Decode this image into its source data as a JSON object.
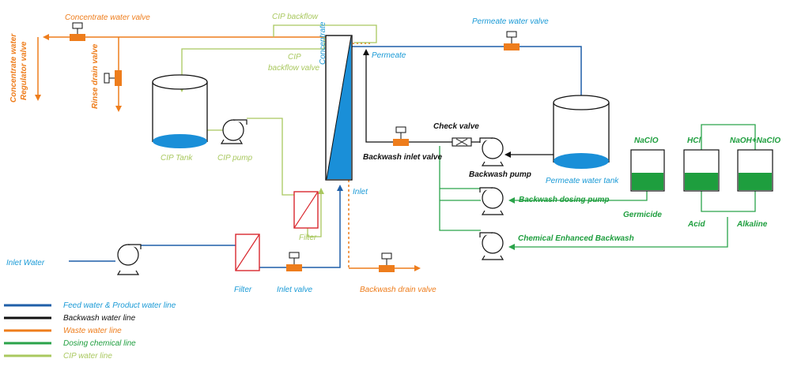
{
  "colors": {
    "feed": "#1f5fa8",
    "feed_label": "#1a9ad6",
    "backwash": "#111111",
    "waste": "#ee7d1c",
    "dosing": "#2aa34a",
    "cip": "#a9c85f",
    "tank_water": "#1a8fd8",
    "chem_green": "#1e9e3e",
    "filter_red": "#d9282f"
  },
  "labels": {
    "concentrate_valve": "Concentrate water valve",
    "concentrate_regulator_line1": "Concentrate water",
    "concentrate_regulator_line2": "Regulator valve",
    "rinse_drain": "Rinse drain valve",
    "cip_backflow": "CIP backflow",
    "cip_backflow_valve_line1": "CIP",
    "cip_backflow_valve_line2": "backflow valve",
    "concentrate": "Concentrate",
    "permeate": "Permeate",
    "permeate_valve": "Permeate water valve",
    "cip_tank": "CIP Tank",
    "cip_pump": "CIP pump",
    "check_valve": "Check valve",
    "backwash_inlet_valve": "Backwash inlet valve",
    "backwash_pump": "Backwash pump",
    "permeate_tank": "Permeate water tank",
    "naclo": "NaClO",
    "hcl": "HCl",
    "naoh_naclo": "NaOH+NaClO",
    "inlet": "Inlet",
    "backwash_dosing_pump": "Backwash dosing pump",
    "germicide": "Germicide",
    "acid": "Acid",
    "alkaline": "Alkaline",
    "filter_upper": "Filter",
    "inlet_water": "Inlet Water",
    "ceb": "Chemical Enhanced Backwash",
    "filter_lower": "Filter",
    "inlet_valve": "Inlet valve",
    "backwash_drain_valve": "Backwash drain valve"
  },
  "legend": [
    {
      "label": "Feed water & Product water line",
      "color_key": "feed"
    },
    {
      "label": "Backwash water line",
      "color_key": "backwash"
    },
    {
      "label": "Waste water line",
      "color_key": "waste"
    },
    {
      "label": "Dosing chemical line",
      "color_key": "dosing"
    },
    {
      "label": "CIP water line",
      "color_key": "cip"
    }
  ]
}
